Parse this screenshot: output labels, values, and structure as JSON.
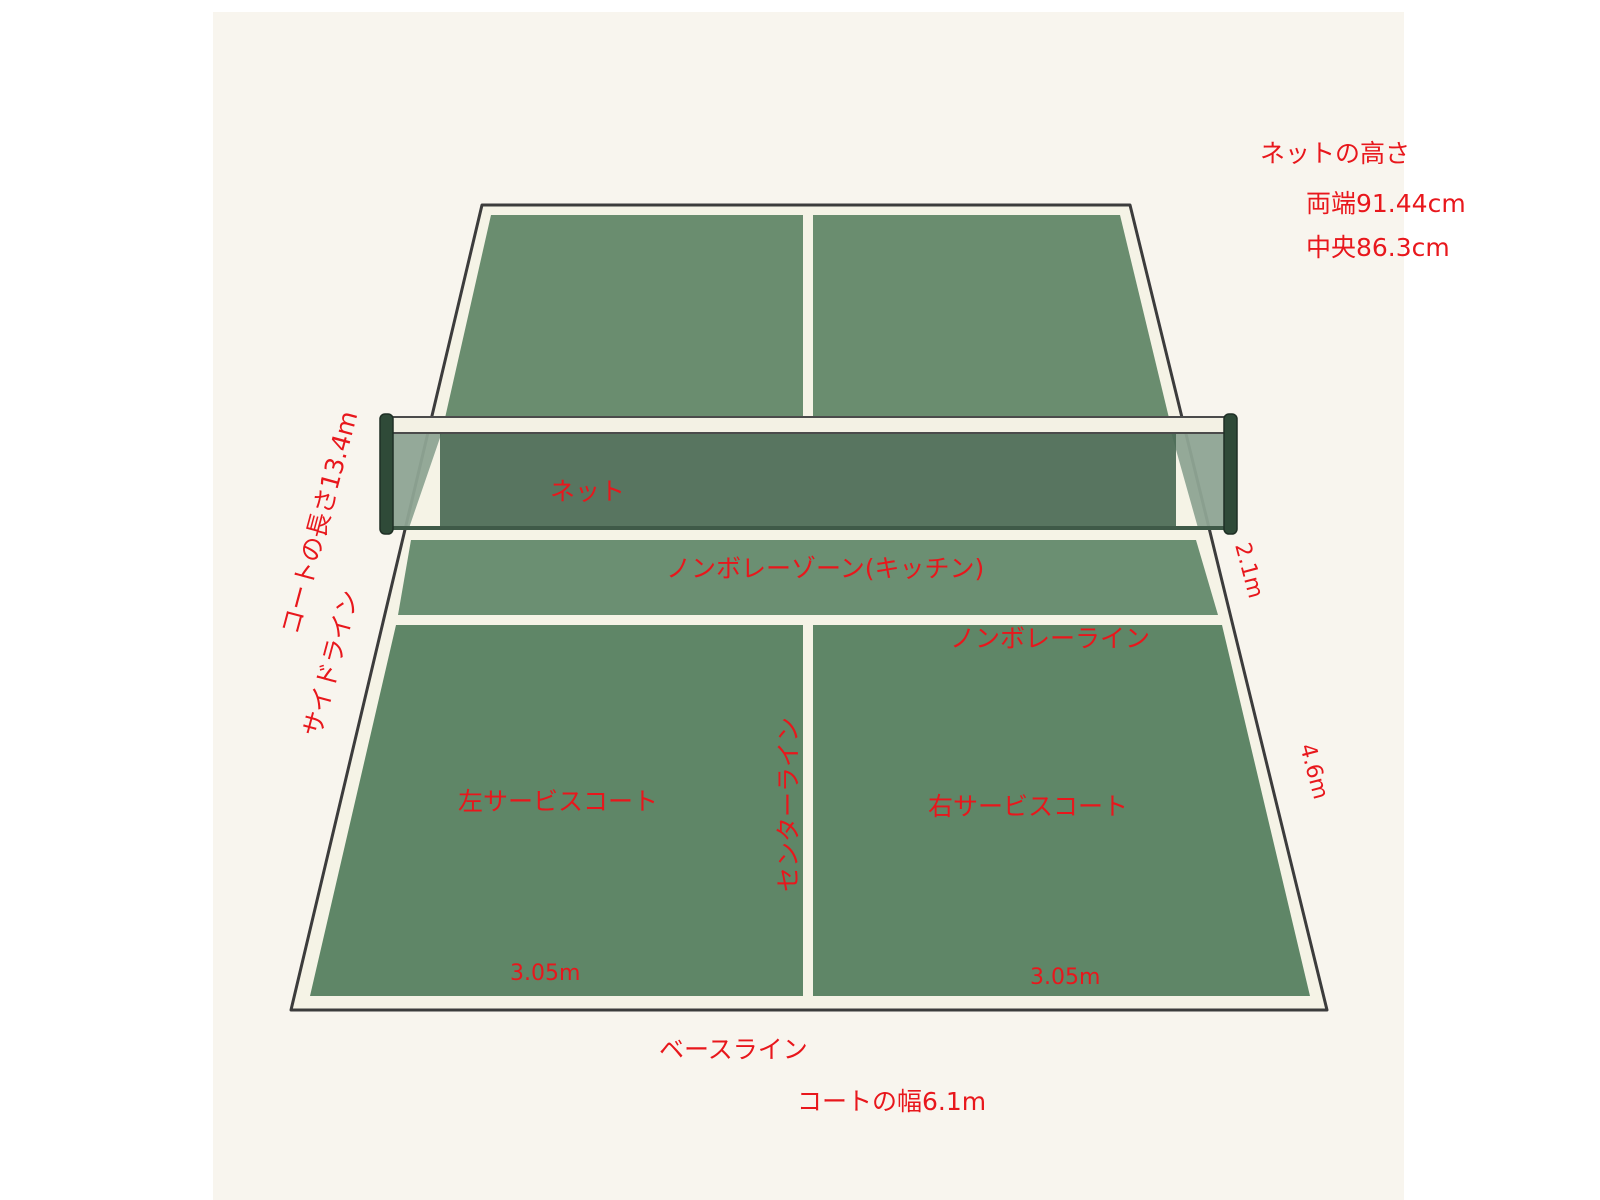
{
  "colors": {
    "page_background": "#ffffff",
    "panel_background": "#f8f5ee",
    "court_surface_far": "#6a8d6f",
    "court_surface_near": "#5f8667",
    "court_line": "#f5f3e6",
    "court_outline": "#3c3c3c",
    "net_mesh": "#3f5a48",
    "net_post": "#2f4a38",
    "label_text": "#e8171c"
  },
  "labels": {
    "net_height_title": "ネットの高さ",
    "net_height_ends": "両端91.44cm",
    "net_height_center": "中央86.3cm",
    "net": "ネット",
    "non_volley_zone": "ノンボレーゾーン(キッチン)",
    "non_volley_line": "ノンボレーライン",
    "kitchen_depth": "2.1m",
    "court_length": "コートの長さ13.4m",
    "side_line": "サイドライン",
    "center_line": "センターライン",
    "left_service_court": "左サービスコート",
    "right_service_court": "右サービスコート",
    "service_depth": "4.6m",
    "left_half_width": "3.05m",
    "right_half_width": "3.05m",
    "baseline": "ベースライン",
    "court_width": "コートの幅6.1m"
  }
}
